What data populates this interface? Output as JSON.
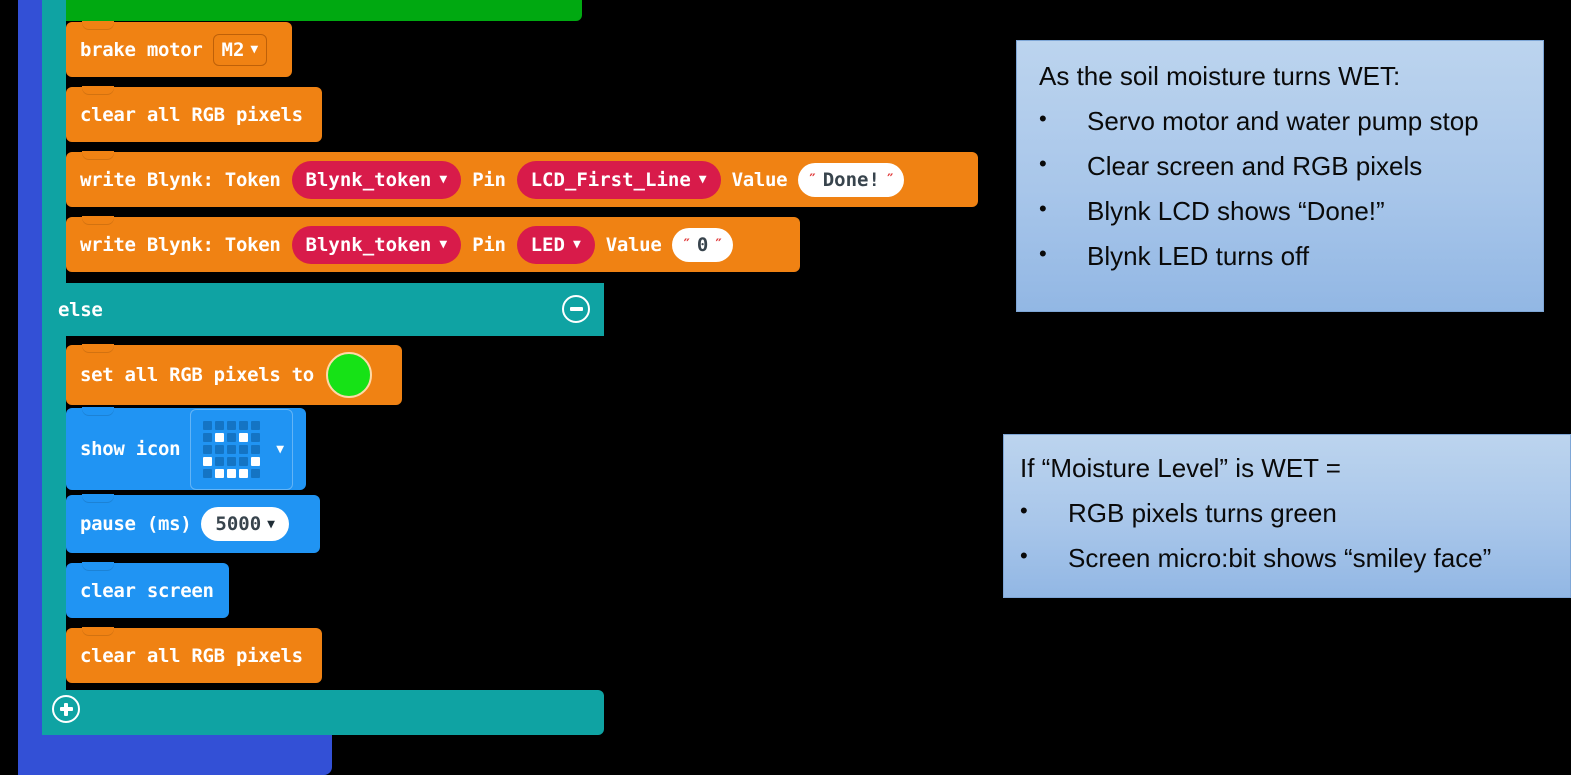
{
  "workspace": {
    "name": "makecode-blocks-editor",
    "colors": {
      "orange": "#f08213",
      "blue": "#2094f3",
      "teal": "#0fa3a3",
      "outer_blue": "#3350d6",
      "green_block": "#00a911",
      "red_field": "#d81b4a",
      "rgb_green": "#16e216",
      "background": "#000000"
    },
    "blocks": {
      "brake_motor": {
        "label": "brake motor",
        "motor": "M2"
      },
      "clear_rgb_1": {
        "label": "clear all RGB pixels"
      },
      "write_blynk_lcd": {
        "label": "write Blynk: Token",
        "token": "Blynk_token",
        "pin_label": "Pin",
        "pin": "LCD_First_Line",
        "value_label": "Value",
        "value": "Done!"
      },
      "write_blynk_led": {
        "label": "write Blynk: Token",
        "token": "Blynk_token",
        "pin_label": "Pin",
        "pin": "LED",
        "value_label": "Value",
        "value": "0"
      },
      "else": {
        "label": "else"
      },
      "set_rgb": {
        "label": "set all RGB pixels to",
        "color": "#16e216"
      },
      "show_icon": {
        "label": "show icon",
        "icon_name": "smiley-face",
        "matrix": [
          [
            0,
            0,
            0,
            0,
            0
          ],
          [
            0,
            1,
            0,
            1,
            0
          ],
          [
            0,
            0,
            0,
            0,
            0
          ],
          [
            1,
            0,
            0,
            0,
            1
          ],
          [
            0,
            1,
            1,
            1,
            0
          ]
        ]
      },
      "pause": {
        "label": "pause (ms)",
        "value": "5000"
      },
      "clear_screen": {
        "label": "clear screen"
      },
      "clear_rgb_2": {
        "label": "clear all RGB pixels"
      }
    }
  },
  "callouts": [
    {
      "name": "wet-behaviour-callout",
      "heading": "As the soil moisture turns WET:",
      "bullet_glyph": "•",
      "items": [
        "Servo motor and water pump stop",
        "Clear screen and RGB pixels",
        "Blynk LCD shows “Done!”",
        "Blynk LED turns off"
      ]
    },
    {
      "name": "wet-condition-callout",
      "heading": "If “Moisture Level” is WET =",
      "bullet_glyph": "•",
      "items": [
        "RGB pixels turns green",
        "Screen micro:bit shows “smiley face”"
      ]
    }
  ]
}
